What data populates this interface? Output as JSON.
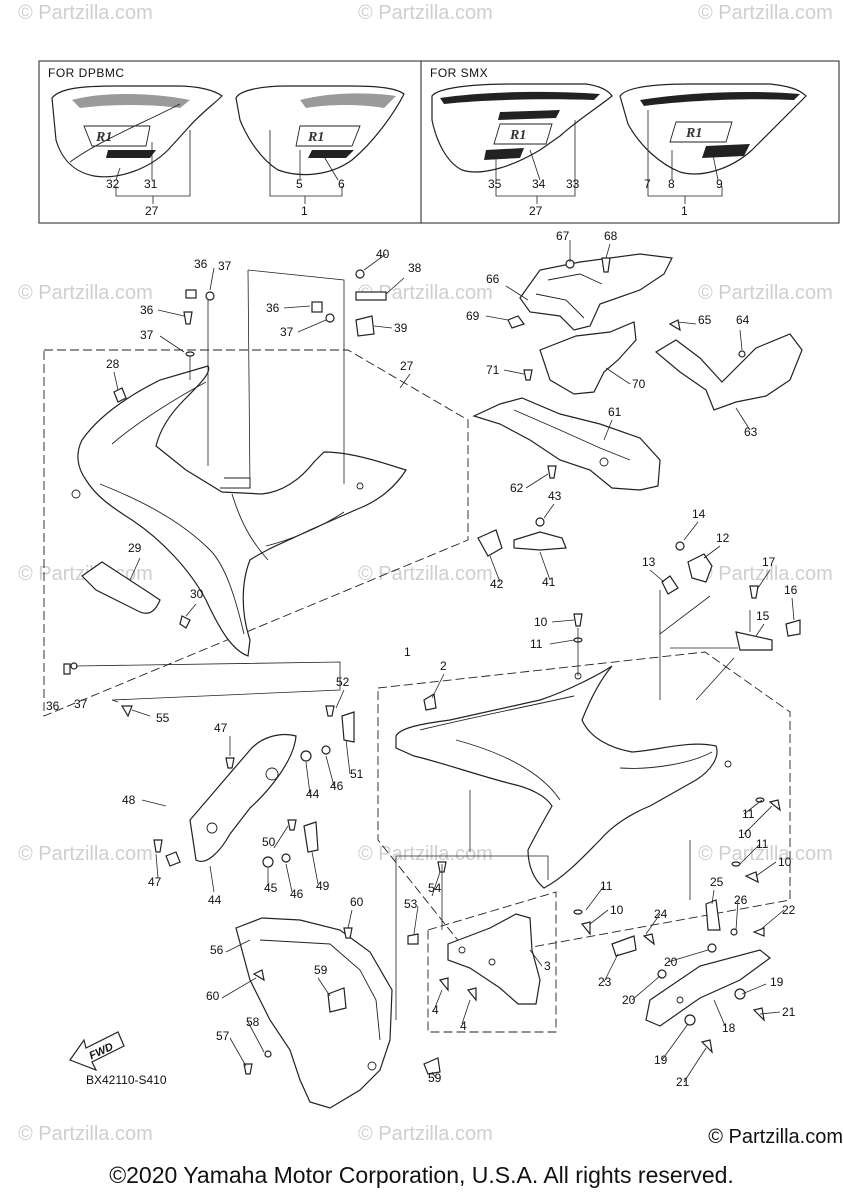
{
  "watermark": "© Partzilla.com",
  "variant_boxes": {
    "left_label": "FOR DPBMC",
    "right_label": "FOR SMX"
  },
  "fwd_label": "FWD",
  "diagram_ref": "BX42110-S410",
  "brand": "© Partzilla.com",
  "copyright": "©2020 Yamaha Motor Corporation, U.S.A. All rights reserved.",
  "part_numbers": [
    "1",
    "2",
    "3",
    "4",
    "5",
    "6",
    "7",
    "8",
    "9",
    "10",
    "11",
    "12",
    "13",
    "14",
    "15",
    "16",
    "17",
    "18",
    "19",
    "20",
    "21",
    "22",
    "23",
    "24",
    "25",
    "26",
    "27",
    "28",
    "29",
    "30",
    "31",
    "32",
    "33",
    "34",
    "35",
    "36",
    "37",
    "38",
    "39",
    "40",
    "41",
    "42",
    "43",
    "44",
    "45",
    "46",
    "47",
    "48",
    "49",
    "50",
    "51",
    "52",
    "53",
    "54",
    "55",
    "56",
    "57",
    "58",
    "59",
    "60",
    "61",
    "62",
    "63",
    "64",
    "65",
    "66",
    "67",
    "68",
    "69",
    "70",
    "71"
  ]
}
